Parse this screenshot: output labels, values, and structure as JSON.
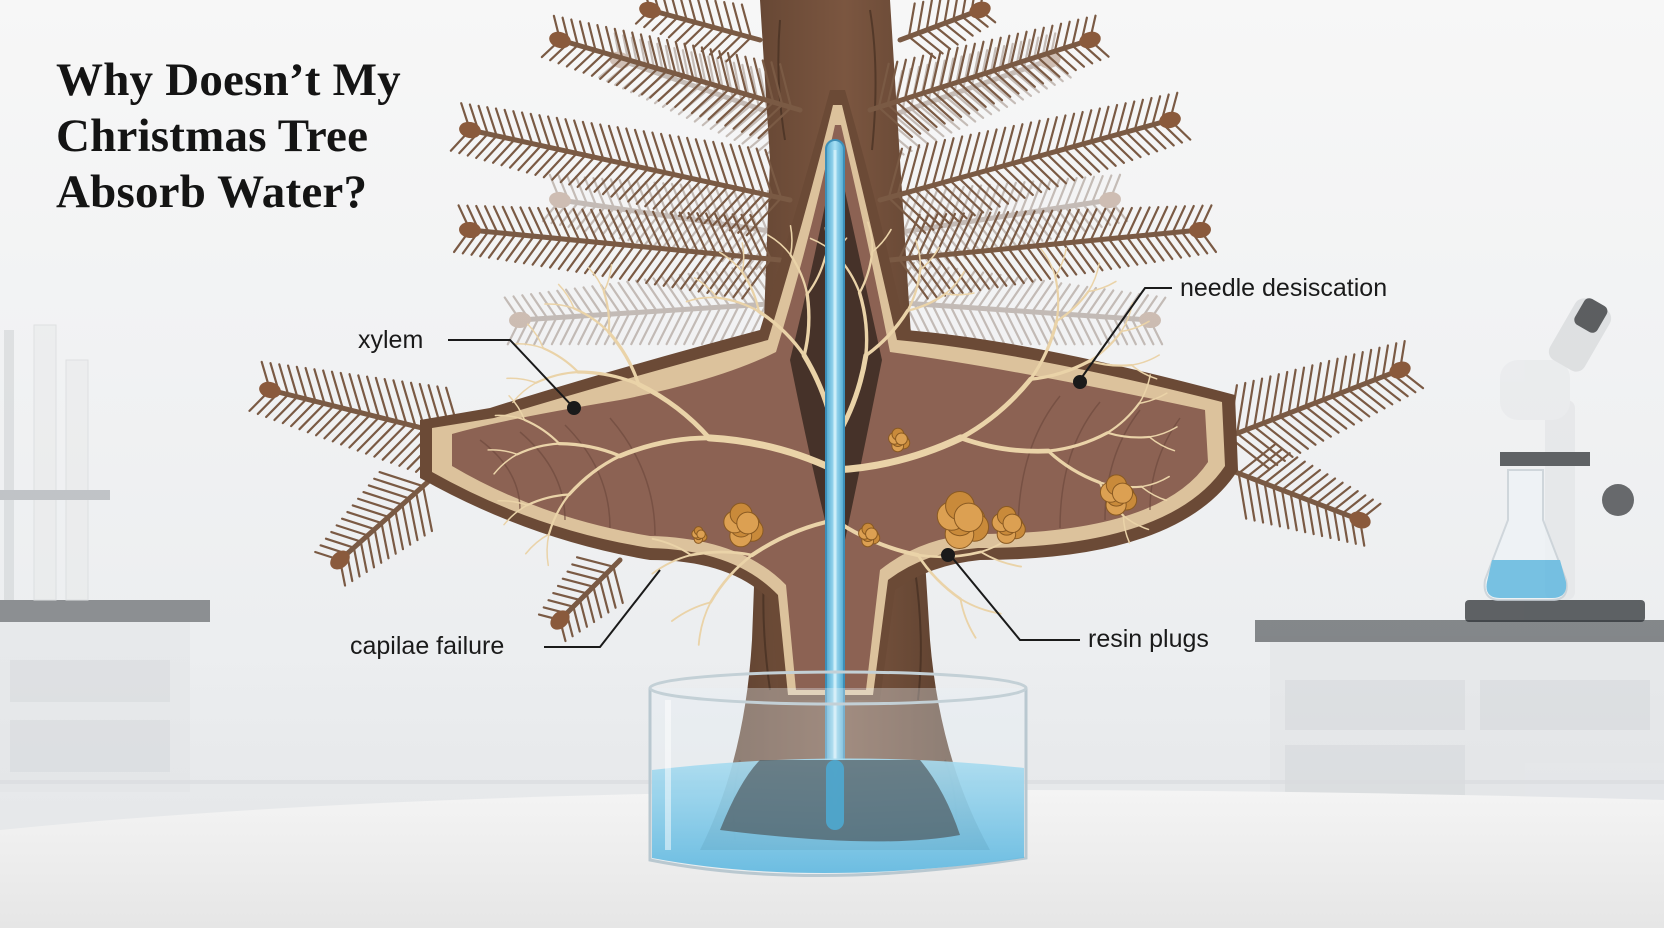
{
  "title_lines": [
    "Why Doesn’t My",
    "Christmas Tree",
    "Absorb Water?"
  ],
  "callouts": {
    "xylem": "xylem",
    "needle": "needle desiscation",
    "capillary": "capilae failure",
    "resin": "resin plugs"
  },
  "colors": {
    "background": "#eef0f2",
    "bark": "#6e4d38",
    "bark_light": "#d9bf98",
    "heartwood": "#8a5f50",
    "xylem_channel": "#74c4e4",
    "water": "#8fd0ea",
    "resin": "#c98a3a",
    "needles": "#7a5a44"
  }
}
